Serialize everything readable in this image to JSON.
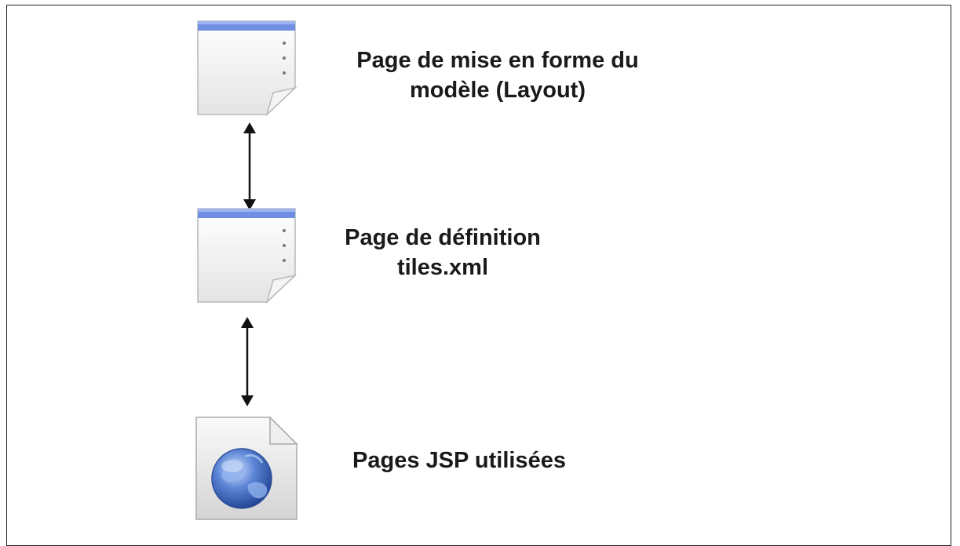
{
  "nodes": [
    {
      "id": "layout",
      "lines": [
        "Page de mise en forme du",
        "modèle (Layout)"
      ],
      "icon": "document-icon"
    },
    {
      "id": "definition",
      "lines": [
        "Page de définition",
        "tiles.xml"
      ],
      "icon": "document-icon"
    },
    {
      "id": "jsp",
      "lines": [
        "Pages JSP utilisées"
      ],
      "icon": "web-document-icon"
    }
  ],
  "edges": [
    {
      "from": "layout",
      "to": "definition",
      "type": "bidirectional"
    },
    {
      "from": "definition",
      "to": "jsp",
      "type": "bidirectional"
    }
  ]
}
